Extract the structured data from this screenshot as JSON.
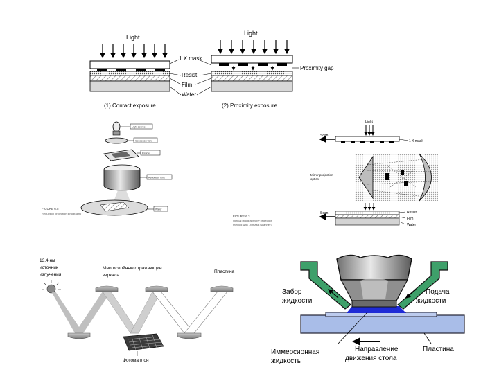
{
  "panel_contact_proximity": {
    "light_left": "Light",
    "light_right": "Light",
    "mask": "1 X mask",
    "resist": "Resist",
    "film": "Film",
    "water": "Water",
    "proximity_gap": "Proximity gap",
    "caption_contact": "(1)  Contact exposure",
    "caption_proximity": "(2)  Proximity exposure"
  },
  "panel_stepper": {
    "labels": [
      "Light source",
      "Condenser lens",
      "Reticle",
      "Reduction lens",
      "Wafer"
    ],
    "caption_title": "FIGURE 6.5",
    "caption_body": "Reduction projection lithography"
  },
  "panel_scanner": {
    "light": "Light",
    "scan_top": "Scan",
    "scan_bottom": "Scan",
    "mask": "1 X mask",
    "mirror_label_line1": "Mirror projection",
    "mirror_label_line2": "optics",
    "resist": "Resist",
    "film": "Film",
    "water": "Water",
    "caption_title": "FIGURE 6.3",
    "caption_line1": "Optical lithography by projection",
    "caption_line2": "method with 1x mask (scanner)"
  },
  "panel_euv": {
    "source_label": [
      "13,4 нм",
      "источник",
      "излучения"
    ],
    "mirrors_label": [
      "Многослойные отражающие",
      "зеркала"
    ],
    "wafer_label": "Пластина",
    "photomask_label": "Фотомаплон"
  },
  "panel_immersion": {
    "intake_label": [
      "Забор",
      "жидкости"
    ],
    "supply_label": [
      "Подача",
      "жидкости"
    ],
    "immersion_label": [
      "Иммерсионная",
      "жидкость"
    ],
    "direction_label": [
      "Направление",
      "движения стола"
    ],
    "plate_label": "Пластина"
  },
  "colors": {
    "immersion_wafer": "#a9bde8",
    "immersion_liquid": "#1f2bd6",
    "nozzle_green": "#3ea06a",
    "lens_gray": "#a8a8a8"
  }
}
